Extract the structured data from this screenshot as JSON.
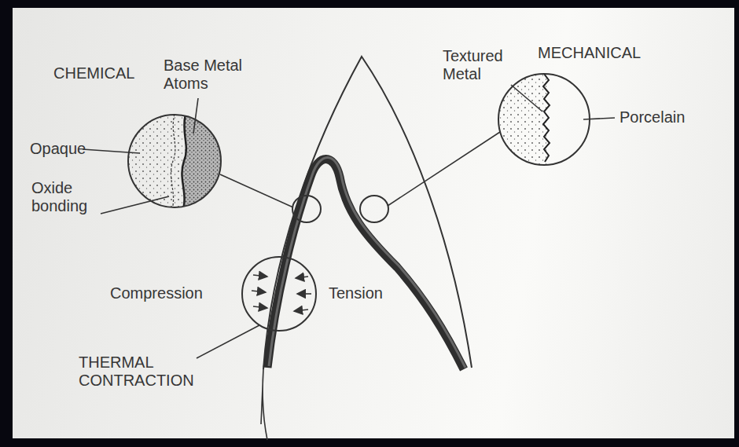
{
  "diagram": {
    "labels": [
      "CHEMICAL",
      "Base Metal Atoms",
      "Textured Metal",
      "MECHANICAL",
      "Opaque",
      "Porcelain",
      "Oxide bonding",
      "Compression",
      "Tension",
      "THERMAL CONTRACTION"
    ]
  }
}
